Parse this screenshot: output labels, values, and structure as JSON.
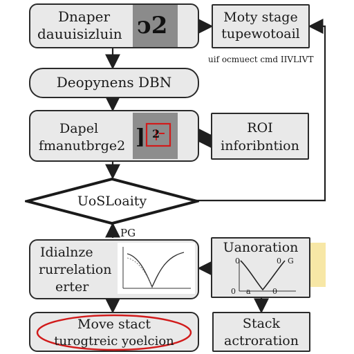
{
  "diagram": {
    "nodes": {
      "input": {
        "line1": "Dnaper",
        "line2": "dauuisizluin"
      },
      "thumb1": {
        "glyph": "ↄ2"
      },
      "detector": {
        "label": "Deopynens DBN"
      },
      "label_box": {
        "line1": "Dapel",
        "line2": "fmanutbrge2"
      },
      "thumb2": {
        "glyph": "]"
      },
      "roi": {
        "line1": "ROI",
        "line2": "inforibntion"
      },
      "decision": {
        "label": "UoSLoaity"
      },
      "decision_out": {
        "label": "PG"
      },
      "motion": {
        "line1": "Moty stage",
        "line2": "tupewotoail"
      },
      "motion_caption": {
        "text": "uif ocmuect cmd IIVLIVT"
      },
      "initialize": {
        "line1": "Idialnze",
        "line2": "rurrelation",
        "line3": "erter"
      },
      "unaroration": {
        "title": "Uanoration"
      },
      "plot_labels": {
        "tl": "0",
        "tr": "0",
        "tr2": "G",
        "bl": "0",
        "br": "0",
        "mid": "a"
      },
      "move": {
        "line1": "Move stact",
        "line2": "turogtreic yoelcion"
      },
      "stack": {
        "line1": "Stack",
        "line2": "actroration"
      }
    },
    "colors": {
      "box_fill": "#e9e9e9",
      "stroke": "#2a2a2a",
      "highlight_red": "#d11a1a",
      "note_yellow": "#f7e7a6"
    }
  }
}
